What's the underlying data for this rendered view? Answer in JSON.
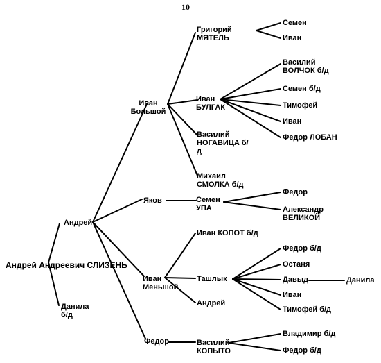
{
  "page_number": "10",
  "people": {
    "root": "Андрей Андреевич СЛИЗЕНЬ",
    "andrei": "Андрей",
    "danila1": "Данила б/д",
    "ivan_bolshoi": "Иван Большой",
    "yakov": "Яков",
    "ivan_menshoi": "Иван Меньшой",
    "fedor1": "Федор",
    "grigorii": "Григорий МЯТЕЛЬ",
    "ivan_bulgak": "Иван БУЛГАК",
    "vasilii_nogavica": "Василий НОГАВИЦА б/д",
    "mikhail": "Михаил СМОЛКА б/д",
    "semen_upa": "Семен УПА",
    "ivan_kopot": "Иван КОПОТ б/д",
    "tashlyk": "Ташлык",
    "andrei2": "Андрей",
    "vasilii_kopyto": "Василий КОПЫТО",
    "semen1": "Семен",
    "ivan1": "Иван",
    "vasilii_volchok": "Василий ВОЛЧОК б/д",
    "semen_bd": "Семен б/д",
    "timofei1": "Тимофей",
    "ivan2": "Иван",
    "fedor_loban": "Федор ЛОБАН",
    "fedor2": "Федор",
    "aleksandr": "Александр ВЕЛИКОЙ",
    "fedor_bd": "Федор б/д",
    "ostania": "Останя",
    "davyd": "Давыд",
    "danila2": "Данила",
    "ivan3": "Иван",
    "timofei_bd": "Тимофей б/д",
    "vladimir": "Владимир б/д",
    "fedor_bd2": "Федор б/д"
  }
}
